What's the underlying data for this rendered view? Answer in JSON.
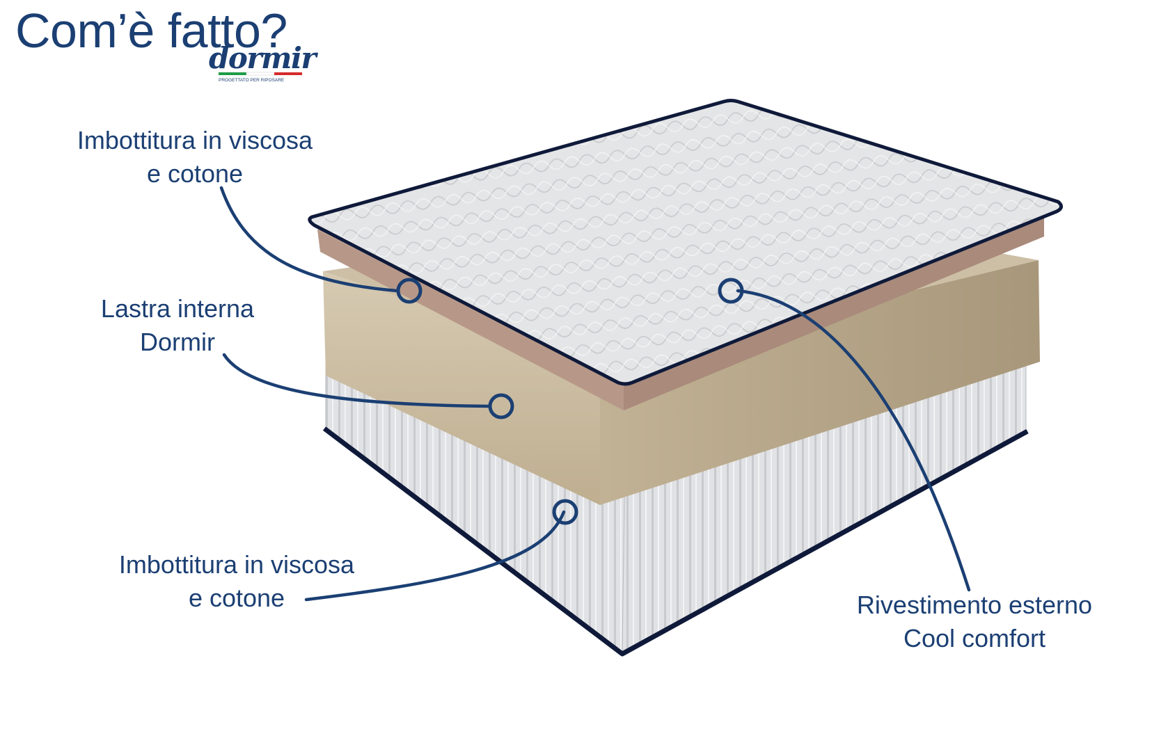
{
  "header": {
    "title": "Com’è fatto?"
  },
  "logo": {
    "text": "dormir",
    "tagline": "PROGETTATO PER RIPOSARE",
    "flag_colors": [
      "#1e9b46",
      "#ffffff",
      "#d62b2b"
    ]
  },
  "callouts": [
    {
      "id": "top-filling",
      "lines": [
        "Imbottitura in viscosa",
        "e cotone"
      ]
    },
    {
      "id": "inner-slab",
      "lines": [
        "Lastra interna",
        "Dormir"
      ]
    },
    {
      "id": "bottom-filling",
      "lines": [
        "Imbottitura in viscosa",
        "e cotone"
      ]
    },
    {
      "id": "outer-cover",
      "lines": [
        "Rivestimento esterno",
        "Cool comfort"
      ]
    }
  ],
  "colors": {
    "brand_blue": "#1b3f73",
    "cover_grey": "#e3e4e6",
    "foam_beige": "#c9bba2",
    "filling_pink": "#c9ab9a",
    "border_navy": "#0f1a3a"
  }
}
